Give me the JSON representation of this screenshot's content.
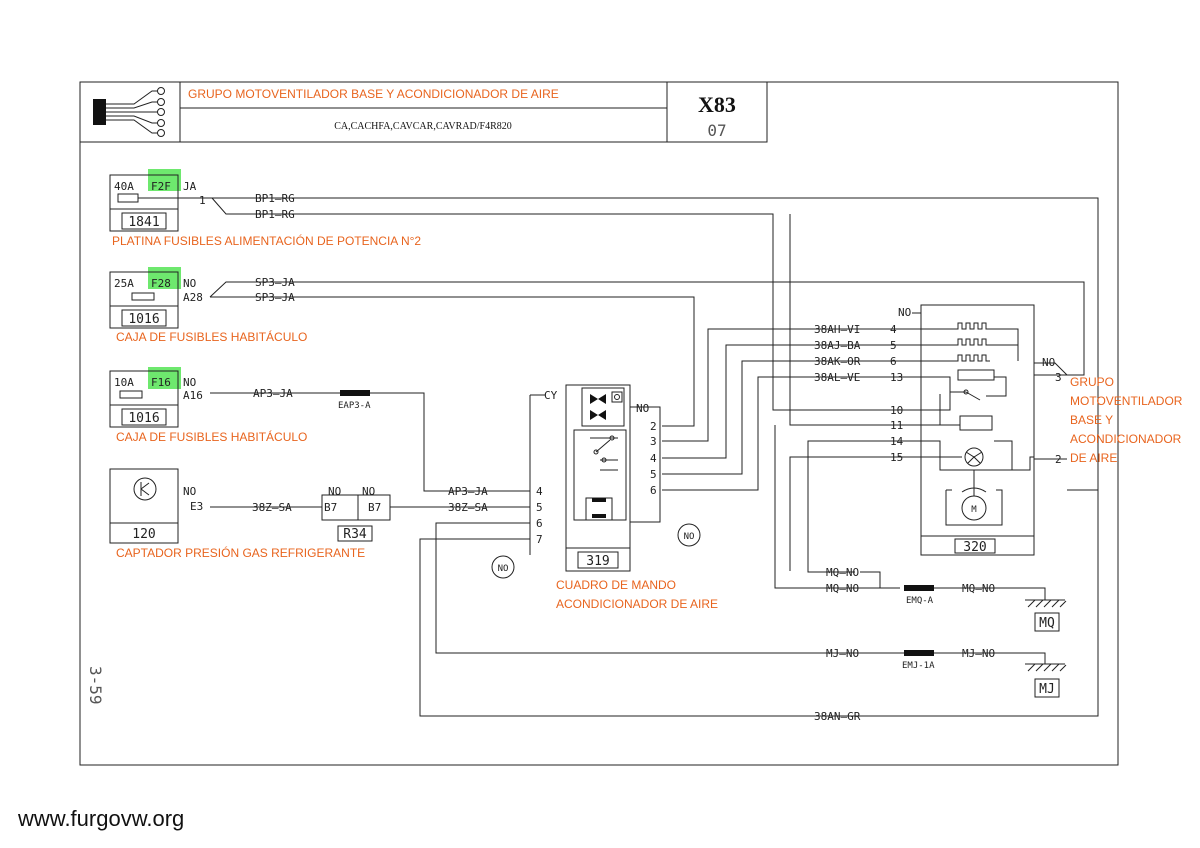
{
  "header": {
    "title": "GRUPO MOTOVENTILADOR BASE Y ACONDICIONADOR DE AIRE",
    "variants": "CA,CACHFA,CAVCAR,CAVRAD/F4R820",
    "diagram_code": "X83",
    "sheet_number": "07"
  },
  "page_side_label": "3-59",
  "watermark": "www.furgovw.org",
  "components": {
    "fuse1": {
      "rating": "40A",
      "fuse_id": "F2F",
      "color": "JA",
      "pin": "1",
      "box_id": "1841",
      "caption": "PLATINA FUSIBLES ALIMENTACIÓN DE POTENCIA N°2"
    },
    "fuse2": {
      "rating": "25A",
      "fuse_id": "F28",
      "color": "NO",
      "pin": "A28",
      "box_id": "1016",
      "caption": "CAJA DE FUSIBLES HABITÁCULO"
    },
    "fuse3": {
      "rating": "10A",
      "fuse_id": "F16",
      "color": "NO",
      "pin": "A16",
      "box_id": "1016",
      "caption": "CAJA DE FUSIBLES HABITÁCULO"
    },
    "sensor": {
      "color": "NO",
      "pin": "E3",
      "box_id": "120",
      "caption": "CAPTADOR PRESIÓN GAS REFRIGERANTE"
    },
    "connector_r34": {
      "left_color": "NO",
      "right_color": "NO",
      "left_pin": "B7",
      "right_pin": "B7",
      "id": "R34"
    },
    "control_panel": {
      "color_top": "CY",
      "color_in": "NO",
      "pins_out": [
        "2",
        "3",
        "4",
        "5",
        "6"
      ],
      "pins_in": [
        "4",
        "5",
        "6",
        "7"
      ],
      "id": "319",
      "caption_line1": "CUADRO DE MANDO",
      "caption_line2": "ACONDICIONADOR DE AIRE"
    },
    "fan_group": {
      "color_in": "NO",
      "color_out": "NO",
      "pins_left": [
        "4",
        "5",
        "6",
        "13",
        "10",
        "11",
        "14",
        "15"
      ],
      "pin_right_top": "3",
      "pin_right_bottom": "2",
      "id": "320",
      "caption": [
        "GRUPO",
        "MOTOVENTILADOR",
        "BASE Y",
        "ACONDICIONADOR",
        "DE AIRE"
      ]
    },
    "ground_mq": "MQ",
    "ground_mj": "MJ",
    "no_marker_1": "NO",
    "no_marker_2": "NO"
  },
  "wires": {
    "bp1_a": "BP1—RG",
    "bp1_b": "BP1—RG",
    "sp3_a": "SP3—JA",
    "sp3_b": "SP3—JA",
    "ap3_left": "AP3—JA",
    "eap3": "EAP3-A",
    "ap3_right": "AP3—JA",
    "w38z_left": "38Z—SA",
    "w38z_right": "38Z—SA",
    "w38ah": "38AH—VI",
    "w38aj": "38AJ—BA",
    "w38ak": "38AK—OR",
    "w38al": "38AL—VE",
    "mq_upper": "MQ—NO",
    "mq_lower": "MQ—NO",
    "emq": "EMQ-A",
    "mq_right": "MQ—NO",
    "mj_left": "MJ—NO",
    "emj": "EMJ-1A",
    "mj_right": "MJ—NO",
    "w38an": "38AN—GR"
  }
}
